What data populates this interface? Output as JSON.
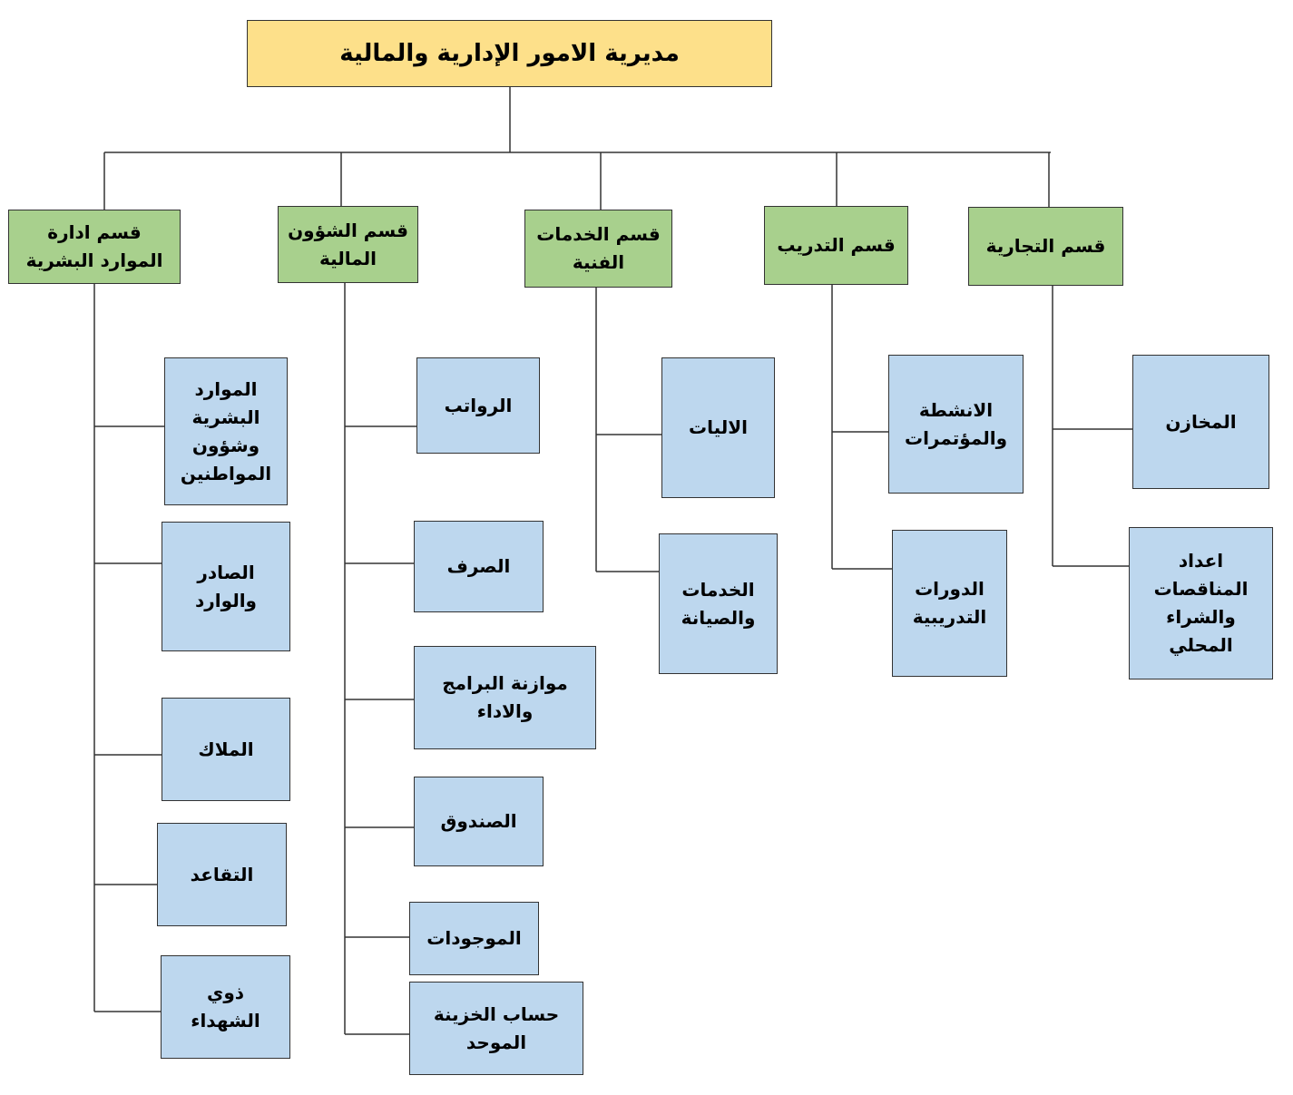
{
  "root": {
    "label": "مديرية الامور الإدارية والمالية"
  },
  "departments": [
    {
      "label": "قسم التجارية",
      "units": [
        "المخازن",
        "اعداد\nالمناقصات\nوالشراء\nالمحلي"
      ]
    },
    {
      "label": "قسم التدريب",
      "units": [
        "الانشطة\nوالمؤتمرات",
        "الدورات\nالتدريبية"
      ]
    },
    {
      "label": "قسم الخدمات\nالفنية",
      "units": [
        "الاليات",
        "الخدمات\nوالصيانة"
      ]
    },
    {
      "label": "قسم الشؤون\nالمالية",
      "units": [
        "الرواتب",
        "الصرف",
        "موازنة البرامج\nوالاداء",
        "الصندوق",
        "الموجودات",
        "حساب الخزينة\nالموحد"
      ]
    },
    {
      "label": "قسم ادارة\nالموارد البشرية",
      "units": [
        "الموارد\nالبشرية\nوشؤون\nالمواطنين",
        "الصادر\nوالوارد",
        "الملاك",
        "التقاعد",
        "ذوي\nالشهداء"
      ]
    }
  ],
  "colors": {
    "root_fill": "#fde08a",
    "department_fill": "#a8d08d",
    "unit_fill": "#bdd7ee",
    "line": "#333333"
  }
}
